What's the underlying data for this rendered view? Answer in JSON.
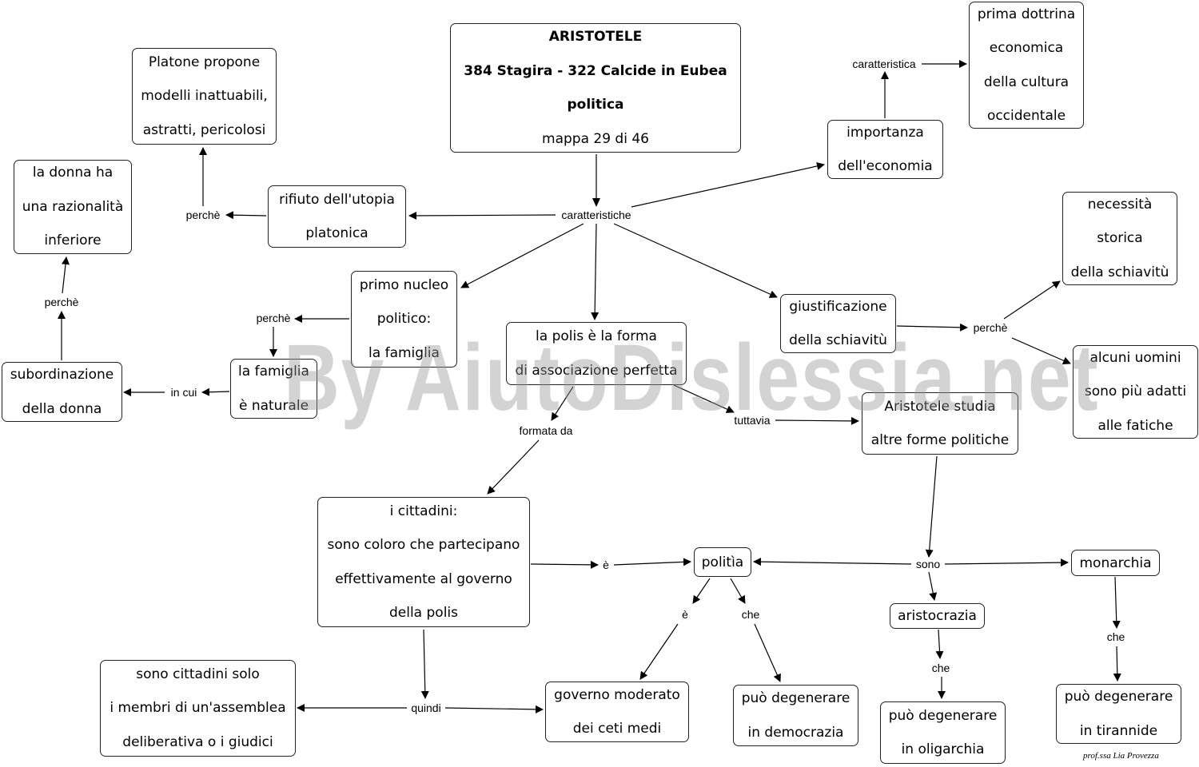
{
  "concepts": {
    "aristotele": [
      "ARISTOTELE",
      "384 Stagira - 322 Calcide in Eubea",
      "politica",
      "mappa 29 di 46"
    ],
    "platone": [
      "Platone propone",
      "modelli inattuabili,",
      "astratti, pericolosi"
    ],
    "donna_razionalita": [
      "la donna ha",
      "una razionalità",
      "inferiore"
    ],
    "rifiuto_utopia": [
      "rifiuto dell'utopia",
      "platonica"
    ],
    "importanza_economia": [
      "importanza",
      "dell'economia"
    ],
    "prima_dottrina": [
      "prima dottrina",
      "economica",
      "della cultura",
      "occidentale"
    ],
    "necessita_schiavitu": [
      "necessità",
      "storica",
      "della schiavitù"
    ],
    "primo_nucleo": [
      "primo nucleo",
      "politico:",
      "la famiglia"
    ],
    "polis": [
      "la polis  è la forma",
      "di associazione perfetta"
    ],
    "giustificazione": [
      "giustificazione",
      "della schiavitù"
    ],
    "alcuni_uomini": [
      "alcuni uomini",
      "sono più adatti",
      "alle fatiche"
    ],
    "subordinazione": [
      "subordinazione",
      "della donna"
    ],
    "famiglia_naturale": [
      "la famiglia",
      "è naturale"
    ],
    "altre_forme": [
      "Aristotele studia",
      "altre forme politiche"
    ],
    "cittadini": [
      "i cittadini:",
      "sono coloro che partecipano",
      "effettivamente al governo",
      "della polis"
    ],
    "politia": [
      "politìa"
    ],
    "monarchia": [
      "monarchia"
    ],
    "aristocrazia": [
      "aristocrazia"
    ],
    "membri_assemblea": [
      "sono cittadini solo",
      "i membri di un'assemblea",
      "deliberativa o i giudici"
    ],
    "governo_moderato": [
      "governo moderato",
      "dei ceti medi"
    ],
    "degenerare_democrazia": [
      "può degenerare",
      "in democrazia"
    ],
    "degenerare_oligarchia": [
      "può degenerare",
      "in oligarchia"
    ],
    "degenerare_tirannide": [
      "può degenerare",
      "in tirannide"
    ]
  },
  "linking_phrases": {
    "caratteristiche": "caratteristiche",
    "caratteristica": "caratteristica",
    "perche_platone": "perchè",
    "perche_donna": "perchè",
    "perche_famiglia": "perchè",
    "perche_schiavitu": "perchè",
    "in_cui": "in cui",
    "formata_da": "formata da",
    "tuttavia": "tuttavia",
    "e_politia": "è",
    "sono": "sono",
    "quindi": "quindi",
    "e_governo": "è",
    "che_politia": "che",
    "che_aristocrazia": "che",
    "che_monarchia": "che"
  },
  "watermark": "By AiutoDislessia.net",
  "credit": "prof.ssa Lia Provezza"
}
